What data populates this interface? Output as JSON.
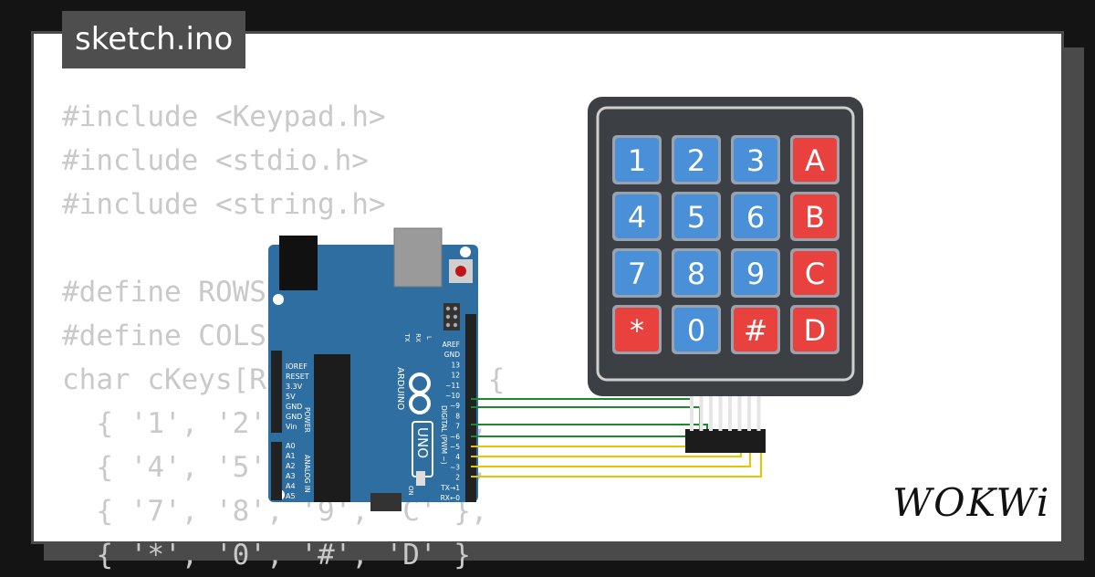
{
  "file_tab": {
    "label": "sketch.ino"
  },
  "code_lines": [
    "#include <Keypad.h>",
    "#include <stdio.h>",
    "#include <string.h>",
    "",
    "#define ROWS 4",
    "#define COLS 4",
    "char cKeys[ROWS][COLS] = {",
    "  { '1', '2', '3', 'A' },",
    "  { '4', '5', '6', 'B' },",
    "  { '7', '8', '9', 'C' },",
    "  { '*', '0', '#', 'D' }"
  ],
  "keypad": {
    "rows": [
      [
        "1",
        "2",
        "3",
        "A"
      ],
      [
        "4",
        "5",
        "6",
        "B"
      ],
      [
        "7",
        "8",
        "9",
        "C"
      ],
      [
        "*",
        "0",
        "#",
        "D"
      ]
    ],
    "colors": {
      "blue": "#4a90d9",
      "red": "#e8413e",
      "body": "#3c3f44"
    }
  },
  "arduino": {
    "brand": "ARDUINO",
    "model": "UNO",
    "on_label": "ON",
    "power_labels": [
      "IOREF",
      "RESET",
      "3.3V",
      "5V",
      "GND",
      "GND",
      "Vin"
    ],
    "power_header": "POWER",
    "analog_labels": [
      "A0",
      "A1",
      "A2",
      "A3",
      "A4",
      "A5"
    ],
    "analog_header": "ANALOG IN",
    "digital_labels": [
      "AREF",
      "GND",
      "13",
      "12",
      "~11",
      "~10",
      "~9",
      "8",
      "7",
      "~6",
      "~5",
      "4",
      "~3",
      "2",
      "TX→1",
      "RX←0"
    ],
    "digital_header": "DIGITAL (PWM ~)",
    "led_labels": [
      "TX",
      "RX",
      "L"
    ],
    "color": "#2f6ea0"
  },
  "wire_colors": {
    "green": "#1a8a2a",
    "yellow": "#e8c400"
  },
  "brand_logo": "WOKWi"
}
